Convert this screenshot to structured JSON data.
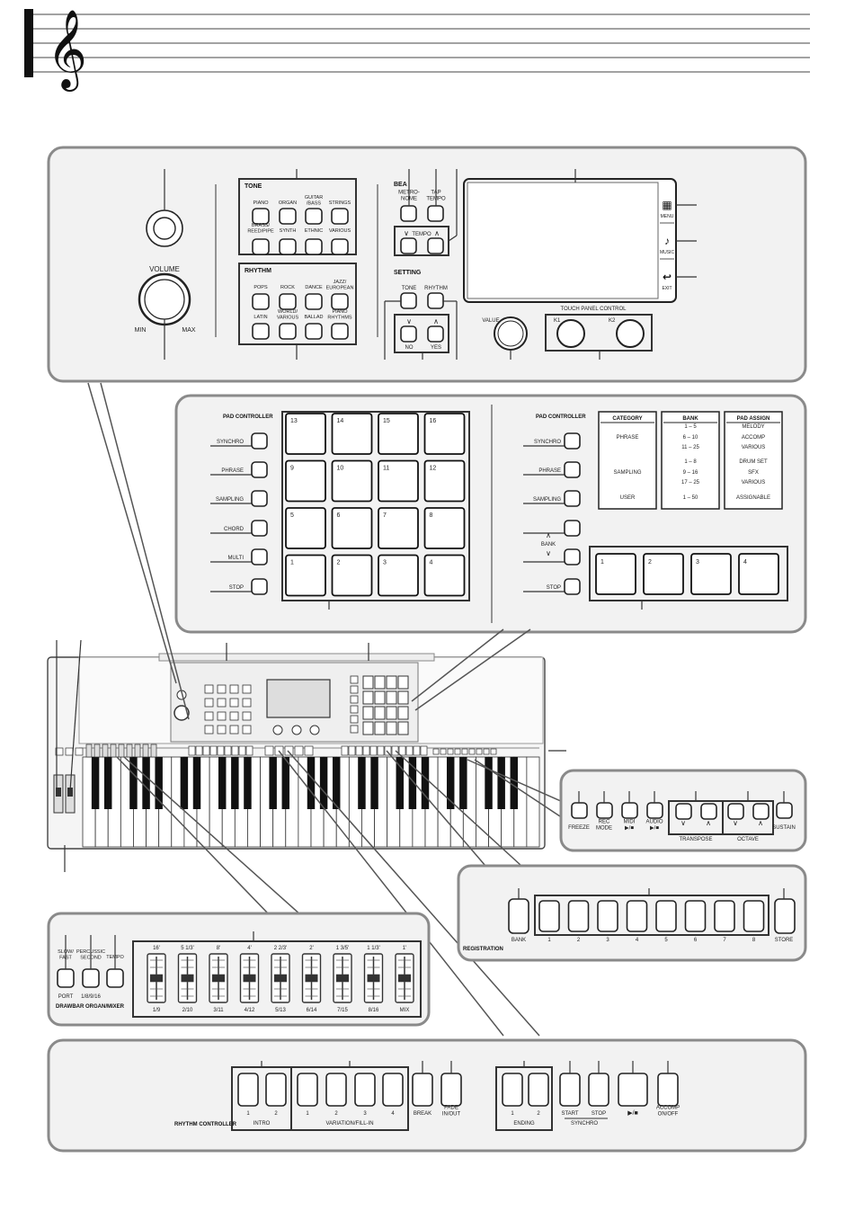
{
  "top_panel": {
    "tone_header": "TONE",
    "tone_buttons": [
      "PIANO",
      "ORGAN",
      "GUITAR\n/BASS",
      "STRINGS",
      "BRASS/\nREED/PIPE",
      "SYNTH",
      "ETHNIC",
      "VARIOUS"
    ],
    "rhythm_header": "RHYTHM",
    "rhythm_buttons": [
      "POPS",
      "ROCK",
      "DANCE",
      "JAZZ/\nEUROPEAN",
      "LATIN",
      "WORLD/\nVARIOUS",
      "BALLAD",
      "PIANO\nRHYTHMS"
    ],
    "beat_header": "BEA",
    "beat_buttons": [
      "METRO-\nNOME",
      "TAP\nTEMPO"
    ],
    "tempo_label": "TEMPO",
    "setting_header": "SETTING",
    "setting_buttons": [
      "TONE",
      "RHYTHM"
    ],
    "no_label": "NO",
    "yes_label": "YES",
    "volume_label": "VOLUME",
    "min_label": "MIN",
    "max_label": "MAX",
    "value_label": "VALUE",
    "touch_panel_label": "TOUCH PANEL CONTROL",
    "k1_label": "K1",
    "k2_label": "K2",
    "menu_label": "MENU",
    "music_label": "MUSIC",
    "exit_label": "EXIT"
  },
  "pad_panel_left": {
    "header": "PAD CONTROLLER",
    "buttons": [
      "SYNCHRO",
      "PHRASE",
      "SAMPLING",
      "CHORD",
      "MULTI",
      "STOP"
    ],
    "pads": [
      "13",
      "14",
      "15",
      "16",
      "9",
      "10",
      "11",
      "12",
      "5",
      "6",
      "7",
      "8",
      "1",
      "2",
      "3",
      "4"
    ]
  },
  "pad_panel_right": {
    "header": "PAD CONTROLLER",
    "buttons": [
      "SYNCHRO",
      "PHRASE",
      "SAMPLING",
      "",
      "",
      "STOP"
    ],
    "bank_label": "BANK",
    "pads": [
      "1",
      "2",
      "3",
      "4"
    ],
    "table_headers": [
      "CATEGORY",
      "BANK",
      "PAD ASSIGN"
    ],
    "categories": [
      "PHRASE",
      "SAMPLING",
      "USER"
    ],
    "banks": [
      "1 – 5",
      "6 – 10",
      "11 – 25",
      "1 – 8",
      "9 – 16",
      "17 – 25",
      "1 – 50"
    ],
    "assigns": [
      "MELODY",
      "ACCOMP",
      "VARIOUS",
      "DRUM SET",
      "SFX",
      "VARIOUS",
      "ASSIGNABLE"
    ]
  },
  "right_small_panel": {
    "buttons": [
      "FREEZE",
      "REC\nMODE",
      "MIDI\n▶/■",
      "AUDIO\n▶/■"
    ],
    "transpose_label": "TRANSPOSE",
    "octave_label": "OCTAVE",
    "sustain_label": "SUSTAIN"
  },
  "registration_panel": {
    "bank_label": "BANK",
    "numbers": [
      "1",
      "2",
      "3",
      "4",
      "5",
      "6",
      "7",
      "8"
    ],
    "store_label": "STORE",
    "header": "REGISTRATION"
  },
  "drawbar_panel": {
    "buttons": [
      "SLOW/\nFAST",
      "PERCUSSIC\nSECOND",
      "TEMPO"
    ],
    "port_label": "PORT",
    "feet_label": "1/8/9/16",
    "header": "DRAWBAR ORGAN/MIXER",
    "top_labels": [
      "16'",
      "5 1/3'",
      "8'",
      "4'",
      "2 2/3'",
      "2'",
      "1 3/5'",
      "1 1/3'",
      "1'"
    ],
    "bottom_labels": [
      "1/9",
      "2/10",
      "3/11",
      "4/12",
      "5/13",
      "6/14",
      "7/15",
      "8/16",
      "MIX"
    ]
  },
  "rhythm_controller": {
    "header": "RHYTHM CONTROLLER",
    "intro_label": "INTRO",
    "intro_nums": [
      "1",
      "2"
    ],
    "variation_label": "VARIATION/FILL-IN",
    "variation_nums": [
      "1",
      "2",
      "3",
      "4"
    ],
    "break_label": "BREAK",
    "fade_label": "FADE\nIN/OUT",
    "ending_label": "ENDING",
    "ending_nums": [
      "1",
      "2"
    ],
    "start_label": "START",
    "stop_label": "STOP",
    "synchro_label": "SYNCHRO",
    "play_label": "▶/■",
    "accomp_label": "ACCOMP\nON/OFF"
  }
}
